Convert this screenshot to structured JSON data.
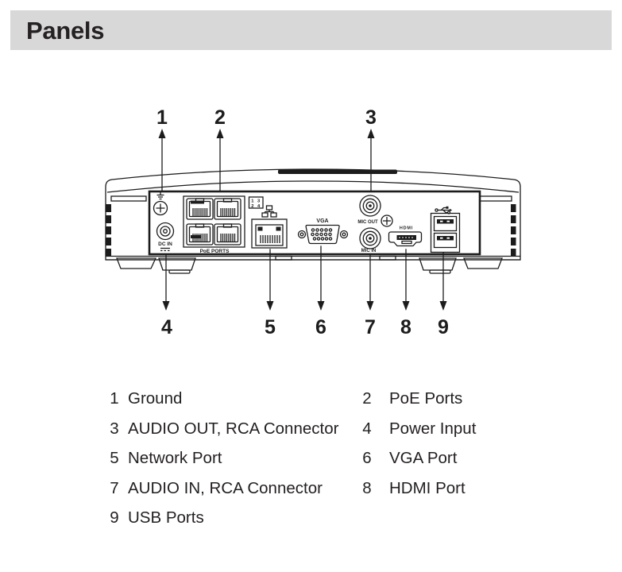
{
  "header": {
    "title": "Panels"
  },
  "diagram": {
    "callouts": [
      "1",
      "2",
      "3",
      "4",
      "5",
      "6",
      "7",
      "8",
      "9"
    ],
    "labels": {
      "dc_in": "DC IN",
      "poe_ports": "PoE PORTS",
      "poe_map_row1": "1 3",
      "poe_map_row2": "2 4",
      "vga": "VGA",
      "mic_out": "MIC OUT",
      "mic_in": "MIC IN",
      "hdmi": "HDMI"
    }
  },
  "legend": {
    "items": [
      {
        "num": "1",
        "label": "Ground"
      },
      {
        "num": "2",
        "label": "PoE Ports"
      },
      {
        "num": "3",
        "label": "AUDIO OUT, RCA Connector"
      },
      {
        "num": "4",
        "label": "Power Input"
      },
      {
        "num": "5",
        "label": "Network Port"
      },
      {
        "num": "6",
        "label": "VGA Port"
      },
      {
        "num": "7",
        "label": "AUDIO IN, RCA Connector"
      },
      {
        "num": "8",
        "label": "HDMI Port"
      },
      {
        "num": "9",
        "label": "USB Ports"
      }
    ]
  }
}
